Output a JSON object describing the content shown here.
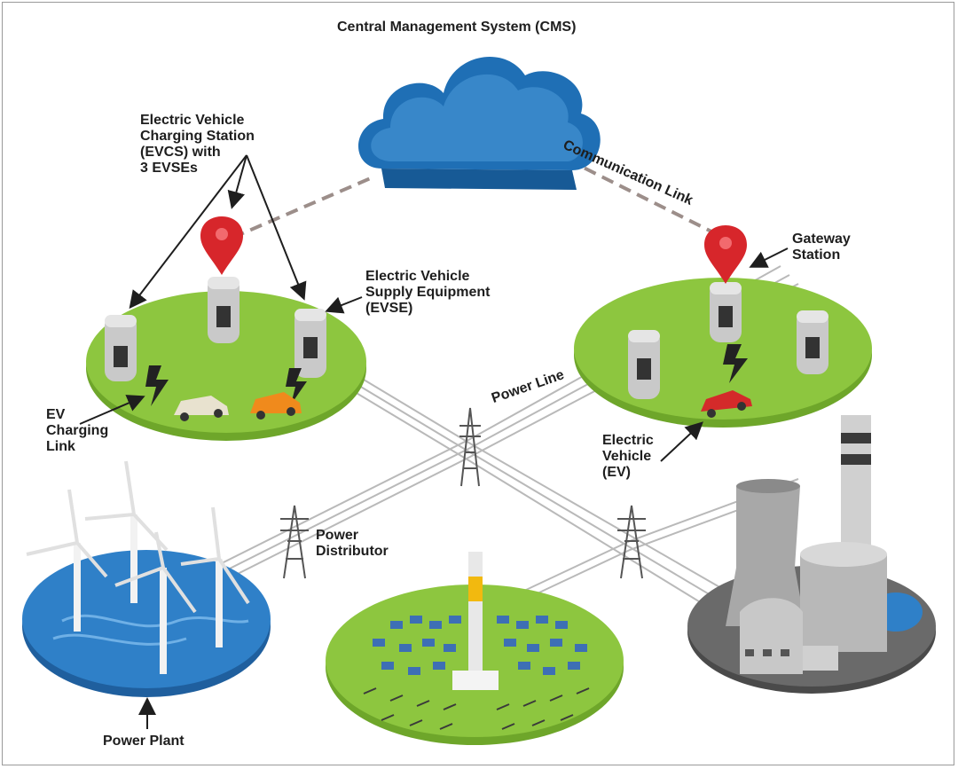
{
  "labels": {
    "cms": "Central Management System (CMS)",
    "evcs": "Electric Vehicle\nCharging Station\n(EVCS) with\n3 EVSEs",
    "evse": "Electric Vehicle\nSupply Equipment\n(EVSE)",
    "gateway": "Gateway\nStation",
    "ev_link": "EV\nCharging\nLink",
    "ev": "Electric\nVehicle\n(EV)",
    "power_line": "Power Line",
    "comm_link": "Communication Link",
    "distributor": "Power\nDistributor",
    "power_plant": "Power Plant"
  },
  "colors": {
    "cloud": "#1f6fb5",
    "cloud_light": "#4d9bd8",
    "grass": "#8dc63f",
    "grass_dark": "#6ea62a",
    "water": "#2f80c8",
    "pin": "#d7262b",
    "bolt": "#222222",
    "plant_grey": "#a8a8a8",
    "car_orange": "#f08a1c",
    "car_red": "#d42a2a",
    "solar_panel": "#3d6fb5"
  }
}
